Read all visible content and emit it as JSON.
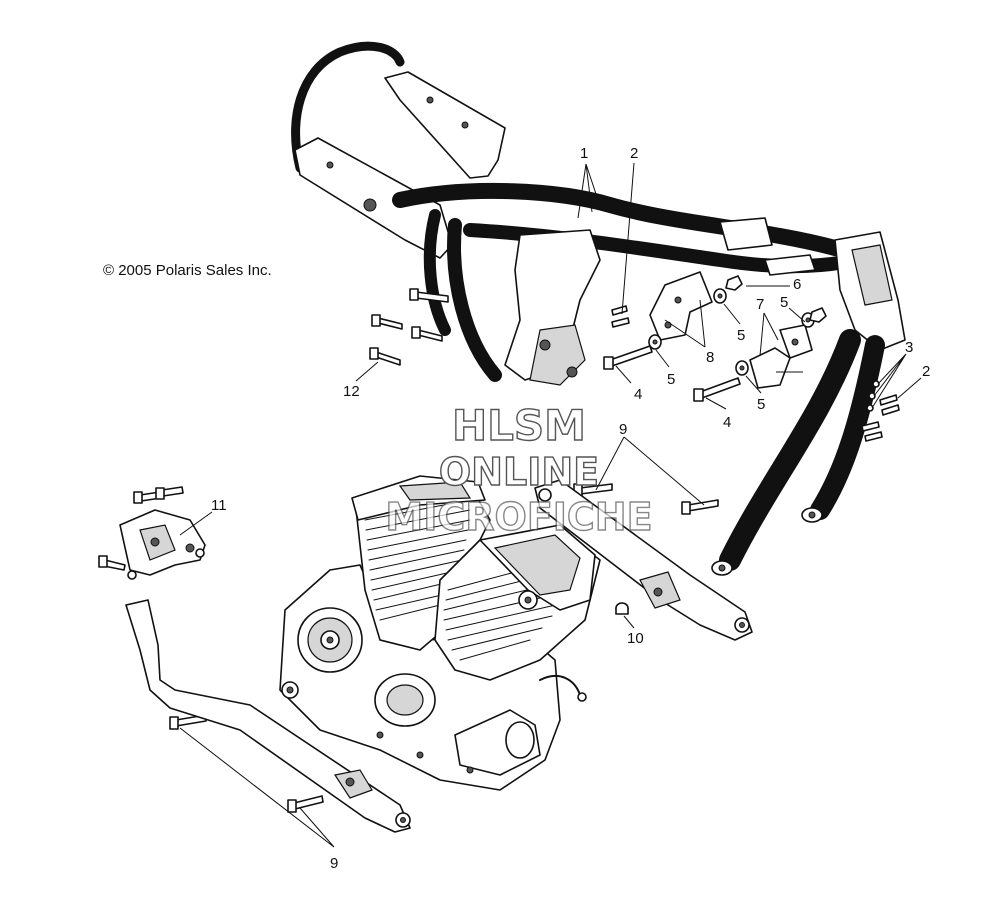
{
  "copyright": "© 2005 Polaris Sales Inc.",
  "watermark": {
    "line1": "HLSM",
    "line2": "ONLINE",
    "line3": "MICROFICHE"
  },
  "callouts": [
    {
      "id": "c1",
      "label": "1"
    },
    {
      "id": "c2a",
      "label": "2"
    },
    {
      "id": "c2b",
      "label": "2"
    },
    {
      "id": "c3",
      "label": "3"
    },
    {
      "id": "c4a",
      "label": "4"
    },
    {
      "id": "c4b",
      "label": "4"
    },
    {
      "id": "c5a",
      "label": "5"
    },
    {
      "id": "c5b",
      "label": "5"
    },
    {
      "id": "c5c",
      "label": "5"
    },
    {
      "id": "c5d",
      "label": "5"
    },
    {
      "id": "c6",
      "label": "6"
    },
    {
      "id": "c7",
      "label": "7"
    },
    {
      "id": "c8",
      "label": "8"
    },
    {
      "id": "c9a",
      "label": "9"
    },
    {
      "id": "c9b",
      "label": "9"
    },
    {
      "id": "c10",
      "label": "10"
    },
    {
      "id": "c11",
      "label": "11"
    },
    {
      "id": "c12",
      "label": "12"
    }
  ]
}
